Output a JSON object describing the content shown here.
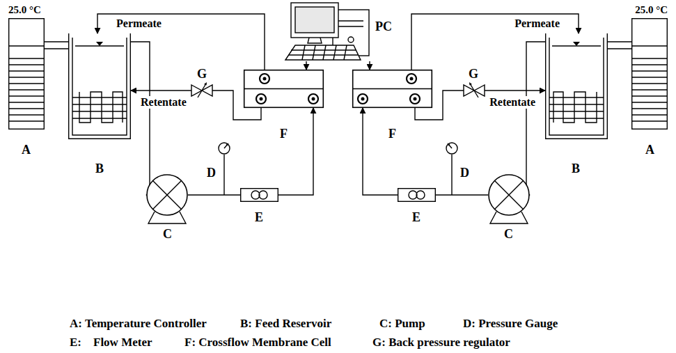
{
  "diagram": {
    "nodes": [
      {
        "text": [
          "PC"
        ]
      },
      {
        "text": [
          "A"
        ]
      },
      {
        "text": [
          "B"
        ]
      },
      {
        "text": [
          "C"
        ]
      },
      {
        "text": [
          "D"
        ]
      },
      {
        "text": [
          "E"
        ]
      },
      {
        "text": [
          "F"
        ]
      },
      {
        "text": [
          "G"
        ]
      },
      {
        "text": [
          "A"
        ]
      },
      {
        "text": [
          "B"
        ]
      },
      {
        "text": [
          "C"
        ]
      },
      {
        "text": [
          "D"
        ]
      },
      {
        "text": [
          "E"
        ]
      },
      {
        "text": [
          "F"
        ]
      },
      {
        "text": [
          "G"
        ]
      }
    ],
    "edges": [
      {
        "from": 1,
        "to": 2,
        "arrow": "none"
      },
      {
        "from": 2,
        "to": 3,
        "arrow": "to"
      },
      {
        "from": 3,
        "to": 5,
        "arrow": "none"
      },
      {
        "from": 5,
        "to": 6,
        "arrow": "to"
      },
      {
        "from": 6,
        "to": 7,
        "arrow": "none"
      },
      {
        "from": 7,
        "to": 2,
        "arrow": "to",
        "label": "Retentate"
      },
      {
        "from": 6,
        "to": 2,
        "arrow": "to",
        "label": "Permeate"
      },
      {
        "from": 0,
        "to": 6,
        "arrow": "to"
      },
      {
        "from": 8,
        "to": 9,
        "arrow": "none"
      },
      {
        "from": 9,
        "to": 10,
        "arrow": "to"
      },
      {
        "from": 10,
        "to": 12,
        "arrow": "none"
      },
      {
        "from": 12,
        "to": 13,
        "arrow": "to"
      },
      {
        "from": 13,
        "to": 14,
        "arrow": "none"
      },
      {
        "from": 14,
        "to": 9,
        "arrow": "to",
        "label": "Retentate"
      },
      {
        "from": 13,
        "to": 9,
        "arrow": "to",
        "label": "Permeate"
      },
      {
        "from": 0,
        "to": 13,
        "arrow": "to"
      }
    ],
    "labels": [
      "25.0 °C",
      "25.0 °C",
      "A: Temperature Controller",
      "B: Feed Reservoir",
      "C: Pump",
      "D: Pressure Gauge",
      "E:    Flow Meter",
      "F: Crossflow Membrane Cell",
      "G: Back pressure regulator"
    ]
  }
}
